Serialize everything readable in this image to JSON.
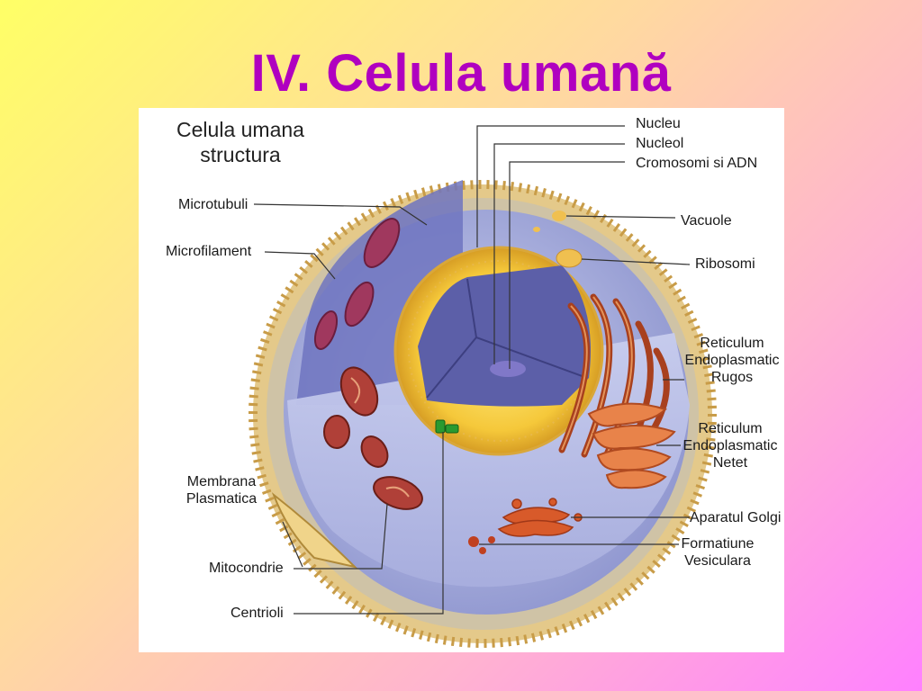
{
  "slide": {
    "title": "IV. Celula umană"
  },
  "diagram": {
    "heading_line1": "Celula umana",
    "heading_line2": "structura",
    "labels": {
      "nucleu": "Nucleu",
      "nucleol": "Nucleol",
      "cromosomi": "Cromosomi si ADN",
      "vacuole": "Vacuole",
      "ribosomi": "Ribosomi",
      "rer_1": "Reticulum",
      "rer_2": "Endoplasmatic",
      "rer_3": "Rugos",
      "ser_1": "Reticulum",
      "ser_2": "Endoplasmatic",
      "ser_3": "Netet",
      "golgi": "Aparatul Golgi",
      "vesic_1": "Formatiune",
      "vesic_2": "Vesiculara",
      "microtubuli": "Microtubuli",
      "microfilament": "Microfilament",
      "membrana_1": "Membrana",
      "membrana_2": "Plasmatica",
      "mitocondrie": "Mitocondrie",
      "centrioli": "Centrioli"
    }
  },
  "colors": {
    "title": "#b000c0",
    "membrane_fringe": "#d8b46a",
    "cytoplasm": "#b6bde6",
    "nucleus_envelope": "#f0c23a",
    "mitochondria": "#a0332a",
    "er": "#d0602a"
  }
}
